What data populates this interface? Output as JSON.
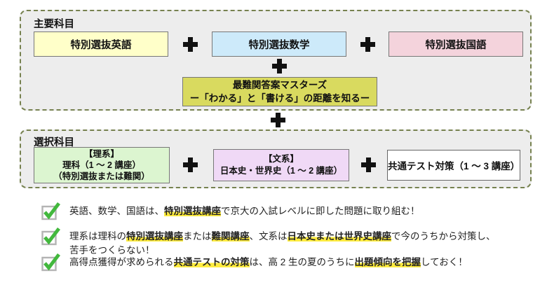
{
  "main_section": {
    "label": "主要科目",
    "courses": [
      {
        "label": "特別選抜英語",
        "color": "#ffffc9"
      },
      {
        "label": "特別選抜数学",
        "color": "#cdeafa"
      },
      {
        "label": "特別選抜国語",
        "color": "#f4d3dc"
      }
    ],
    "masters_course": {
      "title": "最難関答案マスターズ",
      "subtitle": "ー「わかる」と「書ける」の距離を知るー",
      "color": "#d9da5f"
    }
  },
  "elective_section": {
    "label": "選択科目",
    "courses": [
      {
        "line1": "【理系】",
        "line2": "理科（1 〜 2 講座）",
        "line3": "（特別選抜または難関）",
        "color": "#dcf5d0"
      },
      {
        "line1": "【文系】",
        "line2": "日本史・世界史（1 〜 2 講座）",
        "color": "#f0d9f6"
      },
      {
        "line1": "共通テスト対策（1 〜 3 講座）",
        "color": "#ffffff"
      }
    ]
  },
  "icons": {
    "plus": "plus-icon",
    "check": "check-icon"
  },
  "colors": {
    "section_background": "#ededed",
    "section_dashed_border": "#76814f",
    "box_border": "#777777",
    "plus_black": "#111111",
    "highlight_yellow": "#ffec3f",
    "check_green": "#42b83d",
    "check_box_border": "#b4b4b4"
  },
  "notes": [
    {
      "lines": [
        {
          "segments": [
            {
              "text": "英語、数学、国語は、",
              "highlight": false
            },
            {
              "text": "特別選抜講座",
              "highlight": true
            },
            {
              "text": "で京大の入試レベルに即した問題に取り組む！",
              "highlight": false
            }
          ]
        }
      ]
    },
    {
      "lines": [
        {
          "segments": [
            {
              "text": "理系は理科の",
              "highlight": false
            },
            {
              "text": "特別選抜講座",
              "highlight": true
            },
            {
              "text": "または",
              "highlight": false
            },
            {
              "text": "難関講座",
              "highlight": true
            },
            {
              "text": "、文系は",
              "highlight": false
            },
            {
              "text": "日本史または世界史講座",
              "highlight": true
            },
            {
              "text": "で今のうちから対策し、",
              "highlight": false
            }
          ]
        },
        {
          "segments": [
            {
              "text": "苦手をつくらない！",
              "highlight": false
            }
          ]
        }
      ]
    },
    {
      "lines": [
        {
          "segments": [
            {
              "text": "高得点獲得が求められる",
              "highlight": false
            },
            {
              "text": "共通テストの対策",
              "highlight": true
            },
            {
              "text": "は、高 2 生の夏のうちに",
              "highlight": false
            },
            {
              "text": "出題傾向を把握",
              "highlight": true
            },
            {
              "text": "しておく！",
              "highlight": false
            }
          ]
        }
      ]
    }
  ]
}
